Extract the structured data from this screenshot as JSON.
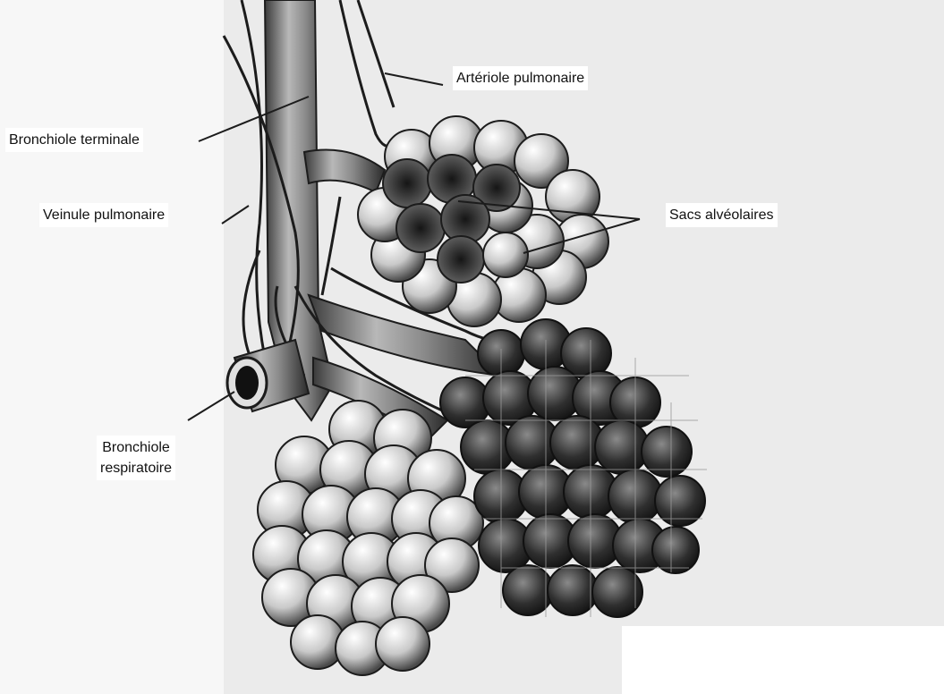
{
  "diagram": {
    "labels": {
      "arteriole": "Artériole pulmonaire",
      "terminal_bronchiole": "Bronchiole terminale",
      "veinule": "Veinule pulmonaire",
      "alveolar_sacs": "Sacs alvéolaires",
      "respiratory_bronchiole_line1": "Bronchiole",
      "respiratory_bronchiole_line2": "respiratoire"
    },
    "colors": {
      "paper": "#e9e9e9",
      "ink": "#1c1c1c",
      "sac_light": "#d9d9d9",
      "sac_dark": "#3a3a3a",
      "label_bg": "#ffffff"
    }
  }
}
